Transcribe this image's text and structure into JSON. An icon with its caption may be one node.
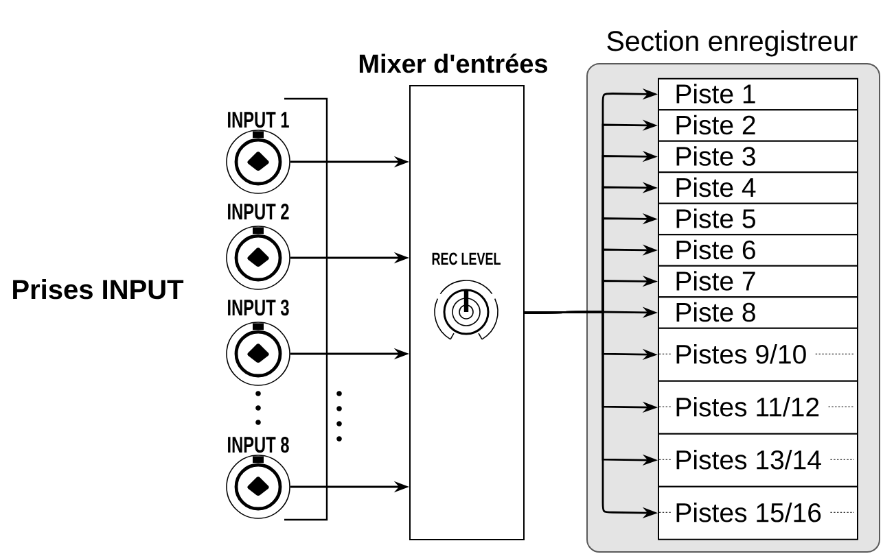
{
  "diagram": {
    "nodes": [
      {
        "text": [
          "INPUT 1"
        ]
      },
      {
        "text": [
          "INPUT 2"
        ]
      },
      {
        "text": [
          "INPUT 3"
        ]
      },
      {
        "text": [
          "INPUT 8"
        ]
      },
      {
        "text": [
          "Mixer d'entrées"
        ]
      },
      {
        "text": [
          "Section enregistreur"
        ]
      },
      {
        "text": [
          "Piste 1"
        ],
        "in": 5
      },
      {
        "text": [
          "Piste 2"
        ],
        "in": 5
      },
      {
        "text": [
          "Piste 3"
        ],
        "in": 5
      },
      {
        "text": [
          "Piste 4"
        ],
        "in": 5
      },
      {
        "text": [
          "Piste 5"
        ],
        "in": 5
      },
      {
        "text": [
          "Piste 6"
        ],
        "in": 5
      },
      {
        "text": [
          "Piste 7"
        ],
        "in": 5
      },
      {
        "text": [
          "Piste 8"
        ],
        "in": 5
      },
      {
        "text": [
          "Pistes 9/10"
        ],
        "in": 5
      },
      {
        "text": [
          "Pistes 11/12"
        ],
        "in": 5
      },
      {
        "text": [
          "Pistes 13/14"
        ],
        "in": 5
      },
      {
        "text": [
          "Pistes 15/16"
        ],
        "in": 5
      }
    ],
    "edges": [
      {
        "from": 0,
        "to": 4,
        "arrow": "to"
      },
      {
        "from": 1,
        "to": 4,
        "arrow": "to"
      },
      {
        "from": 2,
        "to": 4,
        "arrow": "to"
      },
      {
        "from": 3,
        "to": 4,
        "arrow": "to"
      },
      {
        "from": 4,
        "to": 6,
        "arrow": "to"
      },
      {
        "from": 4,
        "to": 7,
        "arrow": "to"
      },
      {
        "from": 4,
        "to": 8,
        "arrow": "to"
      },
      {
        "from": 4,
        "to": 9,
        "arrow": "to"
      },
      {
        "from": 4,
        "to": 10,
        "arrow": "to"
      },
      {
        "from": 4,
        "to": 11,
        "arrow": "to"
      },
      {
        "from": 4,
        "to": 12,
        "arrow": "to"
      },
      {
        "from": 4,
        "to": 13,
        "arrow": "to"
      },
      {
        "from": 4,
        "to": 14,
        "arrow": "to"
      },
      {
        "from": 4,
        "to": 15,
        "arrow": "to"
      },
      {
        "from": 4,
        "to": 16,
        "arrow": "to"
      },
      {
        "from": 4,
        "to": 17,
        "arrow": "to"
      }
    ],
    "labels": [
      "REC LEVEL",
      "Prises INPUT"
    ]
  }
}
